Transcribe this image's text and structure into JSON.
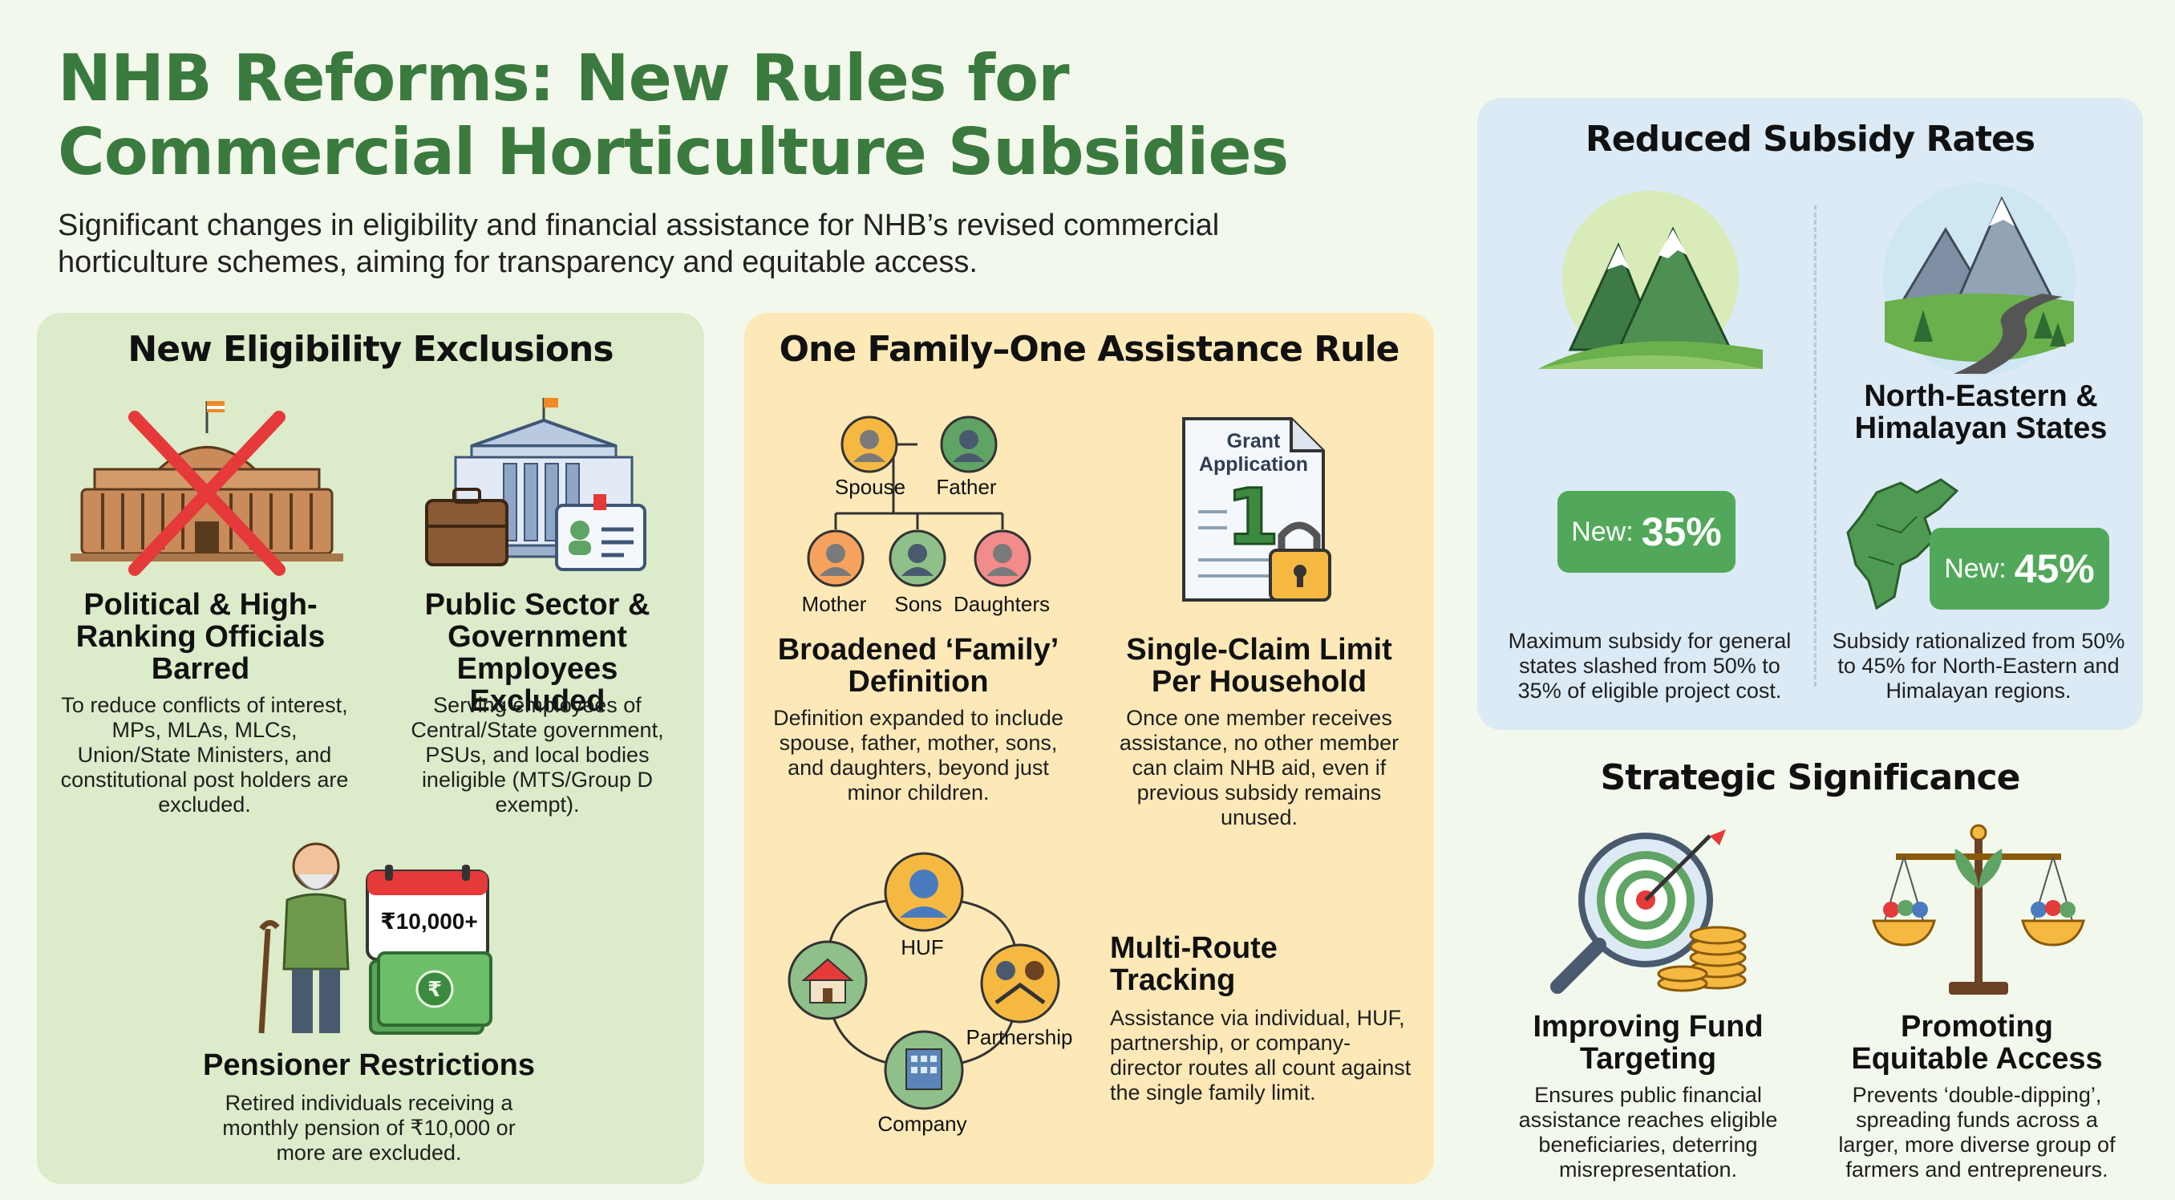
{
  "header": {
    "title": "NHB Reforms: New Rules for Commercial Horticulture Subsidies",
    "subtitle": "Significant changes in eligibility and financial assistance for NHB’s revised commercial horticulture schemes, aiming for transparency and equitable access."
  },
  "eligibility": {
    "title": "New Eligibility Exclusions",
    "items": [
      {
        "title": "Political & High-Ranking Officials Barred",
        "desc": "To reduce conflicts of interest, MPs, MLAs, MLCs, Union/State Ministers, and constitutional post holders are excluded.",
        "icon": "parliament-crossed-icon"
      },
      {
        "title": "Public Sector & Government Employees Excluded",
        "desc": "Serving employees of Central/State government, PSUs, and local bodies ineligible (MTS/Group D exempt).",
        "icon": "government-building-icon"
      },
      {
        "title": "Pensioner Restrictions",
        "desc": "Retired individuals receiving a monthly pension of ₹10,000 or more are excluded.",
        "icon": "pensioner-icon",
        "calendar_label": "₹10,000+"
      }
    ]
  },
  "family_rule": {
    "title": "One Family–One Assistance Rule",
    "tree_labels": {
      "spouse": "Spouse",
      "father": "Father",
      "mother": "Mother",
      "sons": "Sons",
      "daughters": "Daughters"
    },
    "broadened": {
      "title": "Broadened ‘Family’ Definition",
      "desc": "Definition expanded to include spouse, father, mother, sons, and daughters, beyond just minor children."
    },
    "single_claim": {
      "title": "Single-Claim Limit Per Household",
      "desc": "Once one member receives assistance, no other member can claim NHB aid, even if previous subsidy remains unused.",
      "doc_label": "Grant Application",
      "doc_number": "1"
    },
    "multi_route": {
      "title": "Multi-Route Tracking",
      "desc": "Assistance via individual, HUF, partnership, or company-director routes all count against the single family limit."
    },
    "route_labels": {
      "huf": "HUF",
      "partnership": "Partnership",
      "company": "Company"
    }
  },
  "subsidy_rates": {
    "title": "Reduced Subsidy Rates",
    "general": {
      "badge_prefix": "New:",
      "badge_value": "35%",
      "desc": "Maximum subsidy for general states slashed from 50% to 35% of eligible project cost.",
      "new_rate_pct": 35,
      "old_rate_pct": 50
    },
    "northeast": {
      "title": "North-Eastern & Himalayan States",
      "badge_prefix": "New:",
      "badge_value": "45%",
      "desc": "Subsidy rationalized from 50% to 45% for North-Eastern and Himalayan regions.",
      "new_rate_pct": 45,
      "old_rate_pct": 50
    }
  },
  "strategic": {
    "title": "Strategic Significance",
    "items": [
      {
        "title": "Improving Fund Targeting",
        "desc": "Ensures public financial assistance reaches eligible beneficiaries, deterring misrepresentation.",
        "icon": "target-magnifier-icon"
      },
      {
        "title": "Promoting Equitable Access",
        "desc": "Prevents ‘double-dipping’, spreading funds across a larger, more diverse group of farmers and entrepreneurs.",
        "icon": "balance-scale-icon"
      }
    ]
  },
  "colors": {
    "title_green": "#3b7a3e",
    "badge_green": "#52a85a",
    "panel_green": "#dcebc9",
    "panel_yellow": "#fde9b8",
    "panel_blue": "#dbeaf5"
  }
}
